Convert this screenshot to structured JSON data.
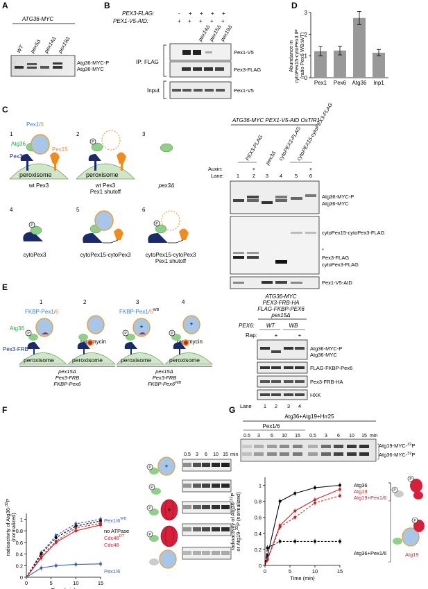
{
  "panels": {
    "a": "A",
    "b": "B",
    "c": "C",
    "d": "D",
    "e": "E",
    "f": "F",
    "g": "G"
  },
  "panel_a": {
    "title": "ATG36-MYC",
    "lanes": [
      "WT",
      "pex5Δ",
      "pex14Δ",
      "pex19Δ"
    ],
    "bands": [
      "Atg36-MYC-P",
      "Atg36-MYC"
    ]
  },
  "panel_b": {
    "row1_label": "PEX3-FLAG:",
    "row1_vals": [
      "-",
      "+",
      "+",
      "+",
      "+"
    ],
    "row2_label": "PEX1-V5-AID:",
    "row2_vals": [
      "+",
      "+",
      "+",
      "+",
      "+"
    ],
    "lanes": [
      "pex14Δ",
      "pex15Δ",
      "pex19Δ"
    ],
    "ip_label": "IP: FLAG",
    "input_label": "Input",
    "bands": [
      "Pex1-V5",
      "Pex3-FLAG",
      "Pex1-V5"
    ]
  },
  "panel_c": {
    "strain": "ATG36-MYC PEX1-V5-AID OsTIR1",
    "cols": [
      "PEX3-FLAG",
      "pex3Δ",
      "cytoPEX3-FLAG",
      "cytoPEX15-cytoPEX3-FLAG"
    ],
    "auxin_label": "Auxin:",
    "auxin_vals": [
      "-",
      "+",
      "-",
      "-",
      "-",
      "+"
    ],
    "lane_label": "Lane:",
    "lanes": [
      "1",
      "2",
      "3",
      "4",
      "5",
      "6"
    ],
    "bands": [
      "Atg36-MYC-P",
      "Atg36-MYC",
      "cytoPex15-cytoPex3-FLAG",
      "*",
      "Pex3-FLAG",
      "cytoPex3-FLAG",
      "Pex1-V5-AID"
    ],
    "cartoons": [
      {
        "num": "1",
        "caption": "wt Pex3"
      },
      {
        "num": "2",
        "caption": "wt Pex3",
        "caption2": "Pex1 shutoff"
      },
      {
        "num": "3",
        "caption": "pex3Δ"
      },
      {
        "num": "4",
        "caption": "cytoPex3"
      },
      {
        "num": "5",
        "caption": "cytoPex15-cytoPex3"
      },
      {
        "num": "6",
        "caption": "cytoPex15-cytoPex3",
        "caption2": "Pex1 shutoff"
      }
    ],
    "labels": {
      "pex1": "Pex1/",
      "pex6": "6",
      "atg36": "Atg36",
      "pex3": "Pex3",
      "pex15": "Pex15",
      "peroxisome": "peroxisome"
    }
  },
  "panel_d": {
    "ylabel1": "Abundance in",
    "ylabel2": "cytoPex15-cytoPex3 IP",
    "ylabel3": "(ratio Pex6 WB:WT)"
  },
  "chart_data": [
    {
      "type": "bar",
      "categories": [
        "Pex1",
        "Pex6",
        "Atg36",
        "Inp1"
      ],
      "values": [
        1.22,
        1.25,
        2.75,
        1.15
      ],
      "errors": [
        0.22,
        0.2,
        0.3,
        0.15
      ],
      "ylim": [
        0,
        3
      ],
      "yticks": [
        "0",
        "1",
        "2",
        "3"
      ],
      "bar_color": "#999999"
    },
    {
      "type": "line",
      "xlabel": "Time (min)",
      "ylabel": "radioactivity of Atg36-32P (normalized)",
      "x": [
        0,
        3,
        6,
        10,
        15
      ],
      "xticks": [
        "0",
        "5",
        "10",
        "15"
      ],
      "yticks": [
        "0",
        "0.2",
        "0.4",
        "0.6",
        "0.8",
        "1"
      ],
      "ylim": [
        0,
        1.1
      ],
      "series": [
        {
          "name": "Pex1/6WB",
          "color": "#3a5fb5",
          "dashed": true,
          "values": [
            0,
            0.42,
            0.72,
            0.92,
            1.0
          ]
        },
        {
          "name": "no ATPase",
          "color": "#000000",
          "dashed": true,
          "values": [
            0,
            0.4,
            0.68,
            0.88,
            0.97
          ]
        },
        {
          "name": "Cdc48DT",
          "color": "#c0272d",
          "dashed": true,
          "values": [
            0,
            0.36,
            0.62,
            0.85,
            0.93
          ]
        },
        {
          "name": "Cdc48",
          "color": "#c0272d",
          "dashed": false,
          "values": [
            0,
            0.33,
            0.6,
            0.8,
            0.9
          ]
        },
        {
          "name": "Pex1/6",
          "color": "#3a5fb5",
          "dashed": false,
          "values": [
            0,
            0.16,
            0.2,
            0.22,
            0.23
          ]
        }
      ]
    },
    {
      "type": "line",
      "xlabel": "Time (min)",
      "ylabel": "radioactivity of Atg36-32P or Atg19-32P (normalized)",
      "x": [
        0,
        0.5,
        3,
        6,
        10,
        15
      ],
      "xticks": [
        "0",
        "5",
        "10",
        "15"
      ],
      "yticks": [
        "0",
        "0.2",
        "0.4",
        "0.6",
        "0.8",
        "1"
      ],
      "ylim": [
        0,
        1.1
      ],
      "series": [
        {
          "name": "Atg36",
          "color": "#000000",
          "dashed": false,
          "values": [
            0,
            0.12,
            0.8,
            0.9,
            0.97,
            1.0
          ]
        },
        {
          "name": "Atg19",
          "color": "#c0272d",
          "dashed": false,
          "values": [
            0,
            0.08,
            0.5,
            0.68,
            0.82,
            0.95
          ]
        },
        {
          "name": "Atg19+Pex1/6",
          "color": "#c0272d",
          "dashed": true,
          "values": [
            0,
            0.07,
            0.48,
            0.6,
            0.78,
            0.87
          ]
        },
        {
          "name": "Atg36+Pex1/6",
          "color": "#000000",
          "dashed": true,
          "values": [
            0,
            0.22,
            0.3,
            0.3,
            0.3,
            0.3
          ]
        }
      ]
    }
  ],
  "panel_e": {
    "cartoon_nums": [
      "1",
      "2",
      "3",
      "4"
    ],
    "fkbp1": "FKBP-Pex1/",
    "fkbp6": "6",
    "wb": "WB",
    "atg36": "Atg36",
    "pex3frb": "Pex3-FRB",
    "rapamycin": "rapamycin",
    "peroxisome": "peroxisome",
    "group1": [
      "pex15Δ",
      "Pex3-FRB",
      "FKBP-Pex6"
    ],
    "group2": [
      "pex15Δ",
      "Pex3-FRB",
      "FKBP-Pex6"
    ],
    "group2_sup": "WB",
    "strain": [
      "ATG36-MYC",
      "PEX3-FRB-HA",
      "FLAG-FKBP-PEX6",
      "pex15Δ"
    ],
    "pex6_label": "PEX6:",
    "pex6_vals": [
      "WT",
      "WB"
    ],
    "rap_label": "Rap:",
    "rap_vals": [
      "-",
      "+",
      "-",
      "+"
    ],
    "lane_label": "Lane",
    "lanes": [
      "1",
      "2",
      "3",
      "4"
    ],
    "bands": [
      "Atg36-MYC-P",
      "Atg36-MYC",
      "FLAG-FKBP-Pex6",
      "Pex3-FRB-HA",
      "HXK"
    ]
  },
  "panel_f": {
    "times": [
      "0.5",
      "3",
      "6",
      "10",
      "15"
    ],
    "min": "min",
    "labels": [
      "Pex1/6",
      "no ATPase",
      "Cdc48",
      "Cdc48",
      "Pex1/6"
    ],
    "wb": "WB",
    "dt": "DT"
  },
  "panel_g": {
    "header": "Atg36+Atg19+Hrr25",
    "sub": "Pex1/6",
    "times": [
      "0.5",
      "3",
      "6",
      "10",
      "15",
      "0.5",
      "3",
      "6",
      "10",
      "15"
    ],
    "min": "min",
    "bands": [
      "Atg19-MYC-",
      "P",
      "Atg36-MYC-",
      "P"
    ],
    "sup": "32",
    "legend_atg19": "Atg19"
  }
}
